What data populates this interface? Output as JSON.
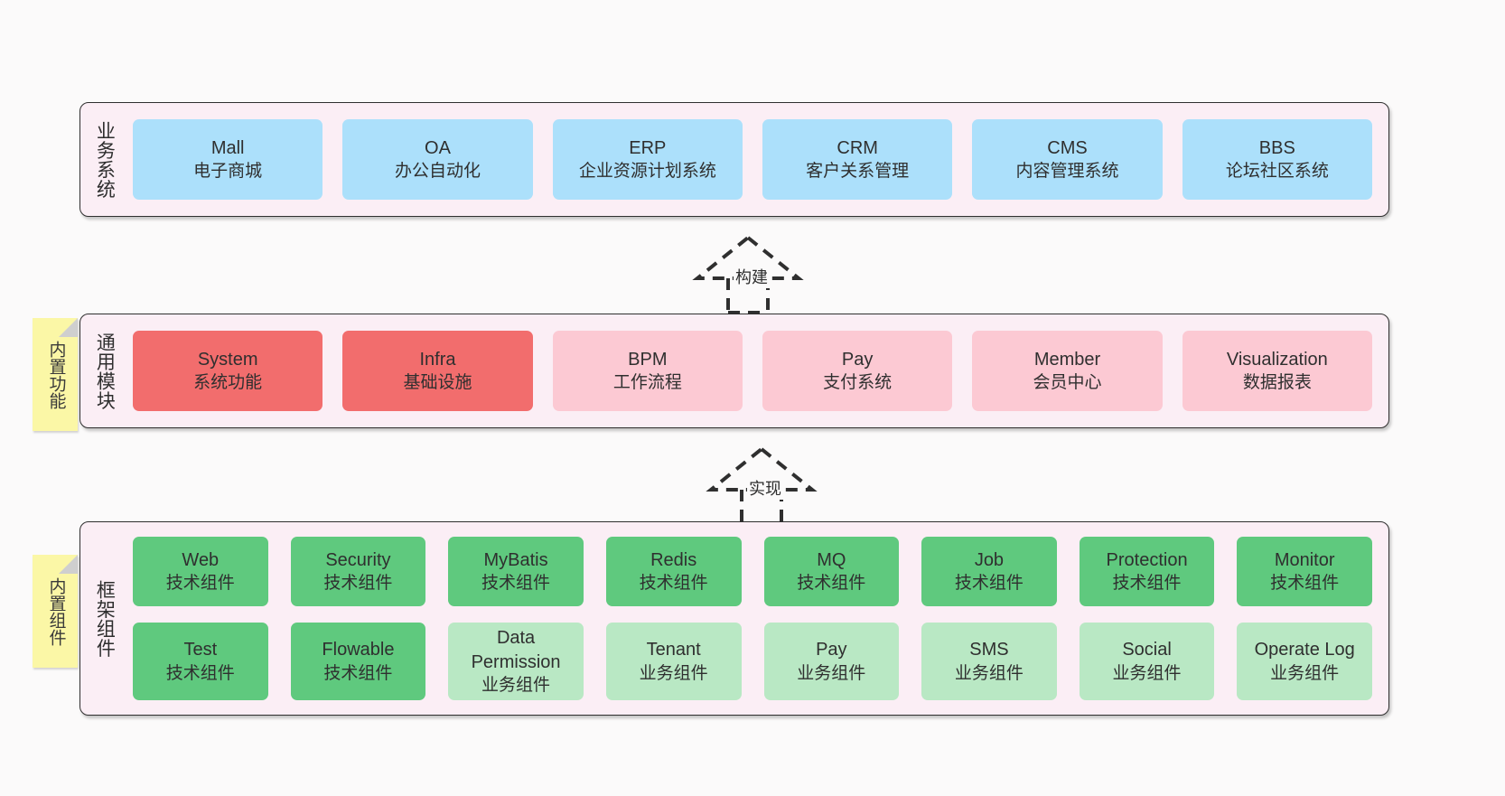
{
  "layers": [
    {
      "id": "business-systems",
      "title": "业务系统",
      "cards": [
        {
          "en": "Mall",
          "cn": "电子商城",
          "style": "blue"
        },
        {
          "en": "OA",
          "cn": "办公自动化",
          "style": "blue"
        },
        {
          "en": "ERP",
          "cn": "企业资源计划系统",
          "style": "blue"
        },
        {
          "en": "CRM",
          "cn": "客户关系管理",
          "style": "blue"
        },
        {
          "en": "CMS",
          "cn": "内容管理系统",
          "style": "blue"
        },
        {
          "en": "BBS",
          "cn": "论坛社区系统",
          "style": "blue"
        }
      ]
    },
    {
      "id": "common-modules",
      "title": "通用模块",
      "sticky": "内置功能",
      "cards": [
        {
          "en": "System",
          "cn": "系统功能",
          "style": "red-strong"
        },
        {
          "en": "Infra",
          "cn": "基础设施",
          "style": "red-strong"
        },
        {
          "en": "BPM",
          "cn": "工作流程",
          "style": "red-light"
        },
        {
          "en": "Pay",
          "cn": "支付系统",
          "style": "red-light"
        },
        {
          "en": "Member",
          "cn": "会员中心",
          "style": "red-light"
        },
        {
          "en": "Visualization",
          "cn": "数据报表",
          "style": "red-light"
        }
      ]
    },
    {
      "id": "framework-components",
      "title": "框架组件",
      "sticky": "内置组件",
      "cards": [
        {
          "en": "Web",
          "cn": "技术组件",
          "style": "green-strong"
        },
        {
          "en": "Security",
          "cn": "技术组件",
          "style": "green-strong"
        },
        {
          "en": "MyBatis",
          "cn": "技术组件",
          "style": "green-strong"
        },
        {
          "en": "Redis",
          "cn": "技术组件",
          "style": "green-strong"
        },
        {
          "en": "MQ",
          "cn": "技术组件",
          "style": "green-strong"
        },
        {
          "en": "Job",
          "cn": "技术组件",
          "style": "green-strong"
        },
        {
          "en": "Protection",
          "cn": "技术组件",
          "style": "green-strong"
        },
        {
          "en": "Monitor",
          "cn": "技术组件",
          "style": "green-strong"
        },
        {
          "en": "Test",
          "cn": "技术组件",
          "style": "green-strong"
        },
        {
          "en": "Flowable",
          "cn": "技术组件",
          "style": "green-strong"
        },
        {
          "en": "Data Permission",
          "cn": "业务组件",
          "style": "green-light"
        },
        {
          "en": "Tenant",
          "cn": "业务组件",
          "style": "green-light"
        },
        {
          "en": "Pay",
          "cn": "业务组件",
          "style": "green-light"
        },
        {
          "en": "SMS",
          "cn": "业务组件",
          "style": "green-light"
        },
        {
          "en": "Social",
          "cn": "业务组件",
          "style": "green-light"
        },
        {
          "en": "Operate Log",
          "cn": "业务组件",
          "style": "green-light"
        }
      ]
    }
  ],
  "connectors": [
    {
      "id": "build",
      "label": "构建"
    },
    {
      "id": "implement",
      "label": "实现"
    }
  ],
  "colors": {
    "panel_bg": "#fbeef5",
    "panel_border": "#2f2f2f",
    "canvas_bg": "#fbfafa",
    "blue": "#ace0fb",
    "red_strong": "#f26d6d",
    "red_light": "#fcc9d3",
    "green_strong": "#5fc97e",
    "green_light": "#b9e8c4",
    "sticky": "#fbf7a6",
    "sticky_fold": "#cfcfcf"
  }
}
